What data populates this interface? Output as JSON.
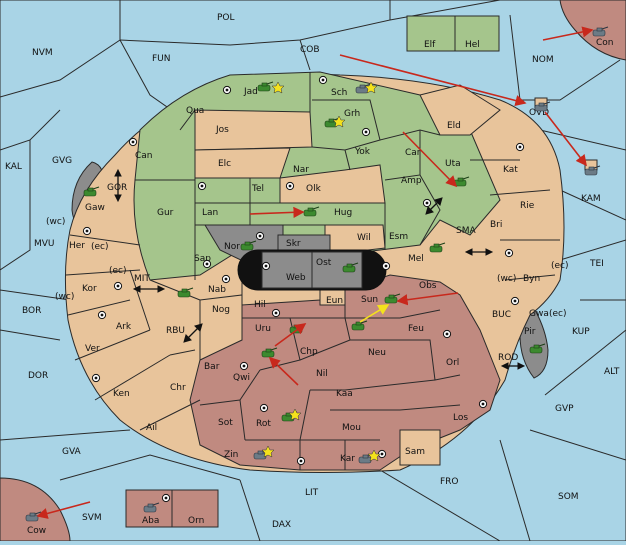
{
  "map": {
    "title": "",
    "territories": {
      "POL": "POL",
      "NVM": "NVM",
      "FUN": "FUN",
      "COB": "COB",
      "NOM": "NOM",
      "Con": "Con",
      "Elf": "Elf",
      "Hel": "Hel",
      "OVD": "OVD",
      "KAM": "KAM",
      "KAL": "KAL",
      "GVG": "GVG",
      "GOR": "GOR",
      "Gaw": "Gaw",
      "MVU": "MVU",
      "BOR": "BOR",
      "DOR": "DOR",
      "GVA": "GVA",
      "SVM": "SVM",
      "Cow": "Cow",
      "Aba": "Aba",
      "Orn": "Orn",
      "DAX": "DAX",
      "LIT": "LIT",
      "FRO": "FRO",
      "SOM": "SOM",
      "GVP": "GVP",
      "ALT": "ALT",
      "KUP": "KUP",
      "TEI": "TEI",
      "BUC": "BUC",
      "ROD": "ROD",
      "SMA": "SMA",
      "MIT": "MIT",
      "RBU": "RBU",
      "Pir": "Pir",
      "Jad": "Jad",
      "Sch": "Sch",
      "Qua": "Qua",
      "Grh": "Grh",
      "Jos": "Jos",
      "Eld": "Eld",
      "Can": "Can",
      "Yok": "Yok",
      "Car": "Car",
      "Uta": "Uta",
      "Elc": "Elc",
      "Nar": "Nar",
      "Kat": "Kat",
      "Amp": "Amp",
      "Tel": "Tel",
      "Olk": "Olk",
      "Gur": "Gur",
      "Lan": "Lan",
      "Hug": "Hug",
      "Rie": "Rie",
      "Bri": "Bri",
      "Esm": "Esm",
      "Wil": "Wil",
      "Nor": "Nor",
      "Skr": "Skr",
      "Ost": "Ost",
      "Web": "Web",
      "Mel": "Mel",
      "Her": "Her",
      "Sap": "Sap",
      "Byn": "Byn",
      "Kor": "Kor",
      "Nab": "Nab",
      "Eun": "Eun",
      "Obs": "Obs",
      "Sun": "Sun",
      "Gwa": "Gwa",
      "Hil": "Hil",
      "Ark": "Ark",
      "Nog": "Nog",
      "Uru": "Uru",
      "Feu": "Feu",
      "Ver": "Ver",
      "Chp": "Chp",
      "Neu": "Neu",
      "Orl": "Orl",
      "Bar": "Bar",
      "Qwi": "Qwi",
      "Nil": "Nil",
      "Ken": "Ken",
      "Chr": "Chr",
      "Kaa": "Kaa",
      "Los": "Los",
      "Ail": "Ail",
      "Sot": "Sot",
      "Rot": "Rot",
      "Mou": "Mou",
      "Zin": "Zin",
      "Kar": "Kar",
      "Sam": "Sam"
    },
    "coast_tags": {
      "wc_gaw": "(wc)",
      "ec_her": "(ec)",
      "ec_kor": "(ec)",
      "wc_kor": "(wc)",
      "wc_byn": "(wc)",
      "ec_byn": "(ec)",
      "ec_gwa": "(ec)"
    },
    "colors": {
      "sea": "#a9d4e6",
      "neutral": "#e8c49b",
      "green": "#a5c58c",
      "red": "#c08a80",
      "gray": "#8c8c8c",
      "arrow_red": "#c8281c",
      "arrow_yellow": "#f4e21c",
      "tank_green": "#3c8a2f",
      "tank_gray": "#6c7b86"
    },
    "icons": {
      "unit": "tank-icon",
      "supply": "supply-center-icon",
      "dislodged": "star-burst-icon",
      "fleet_flag": "flag-icon",
      "strait": "double-arrow-icon"
    }
  }
}
